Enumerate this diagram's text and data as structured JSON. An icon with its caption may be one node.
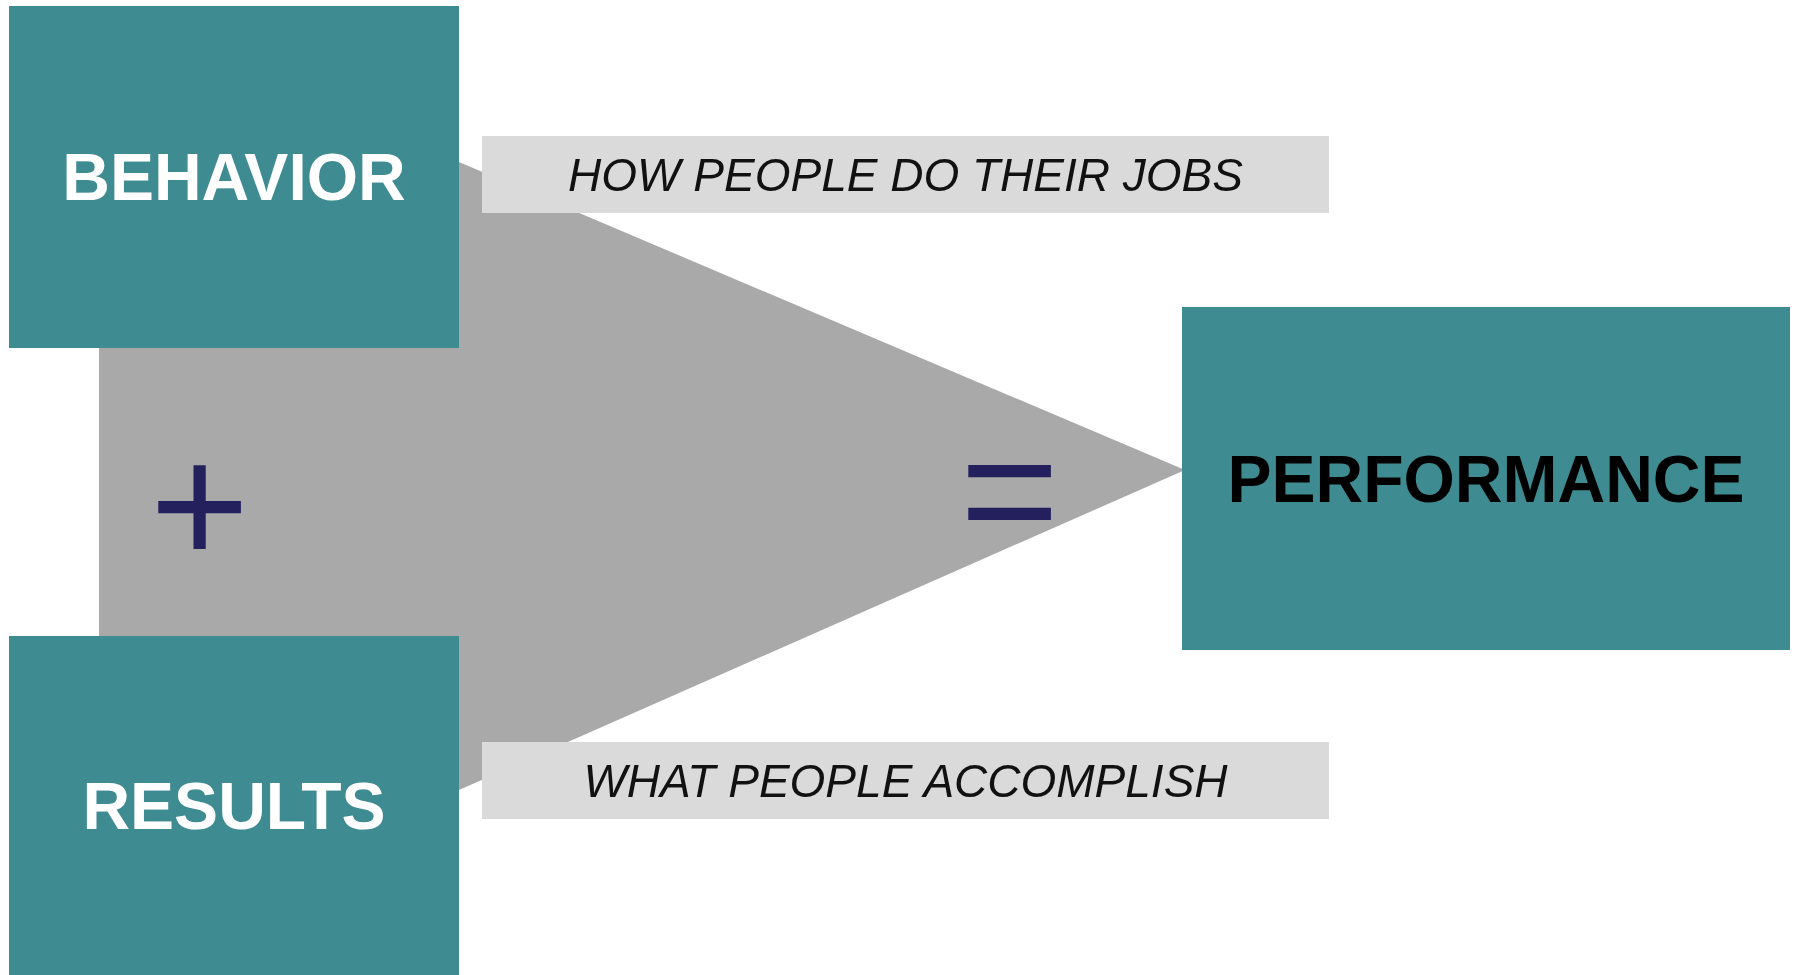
{
  "diagram": {
    "nodes": [
      {
        "text": [
          "BEHAVIOR"
        ]
      },
      {
        "text": [
          "HOW PEOPLE DO THEIR JOBS"
        ]
      },
      {
        "text": [
          "PERFORMANCE"
        ]
      },
      {
        "text": [
          "RESULTS"
        ]
      },
      {
        "text": [
          "WHAT PEOPLE ACCOMPLISH"
        ]
      }
    ],
    "edges": [],
    "labels": [
      "+",
      "="
    ]
  }
}
